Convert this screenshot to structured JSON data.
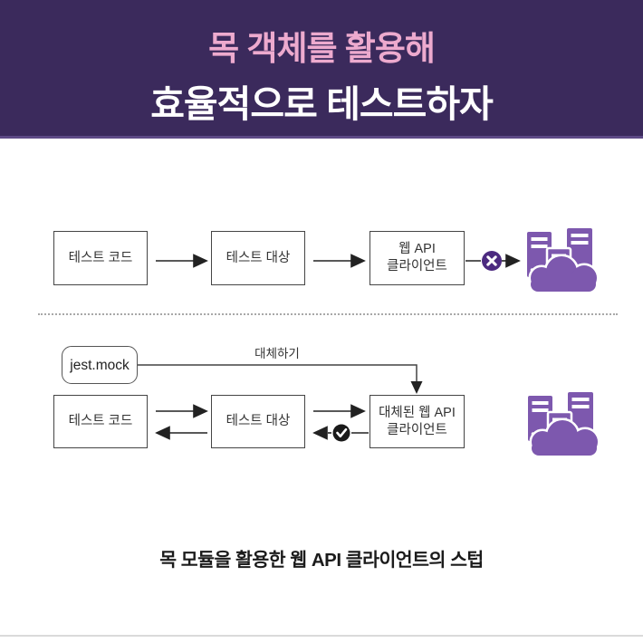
{
  "header": {
    "line1": "목 객체를 활용해",
    "line2": "효율적으로 테스트하자"
  },
  "flow_before": {
    "test_code": "테스트 코드",
    "test_target": "테스트 대상",
    "api_client_line1": "웹 API",
    "api_client_line2": "클라이언트",
    "fail_icon": "x-circle-icon",
    "server_icon": "server-cloud-icon"
  },
  "flow_after": {
    "jest_mock": "jest.mock",
    "replace_label": "대체하기",
    "test_code": "테스트 코드",
    "test_target": "테스트 대상",
    "stub_client_line1": "대체된 웹 API",
    "stub_client_line2": "클라이언트",
    "success_icon": "check-circle-icon",
    "server_icon": "server-cloud-icon"
  },
  "caption": "목 모듈을 활용한 웹 API 클라이언트의 스텁",
  "colors": {
    "header_bg": "#3b2a5c",
    "title_pink": "#edaace",
    "title_white": "#ffffff",
    "icon_purple": "#7d58ae",
    "fail_badge_purple": "#4c2a80",
    "success_badge_black": "#1a1a1a",
    "box_border": "#454545",
    "arrow": "#222222"
  }
}
